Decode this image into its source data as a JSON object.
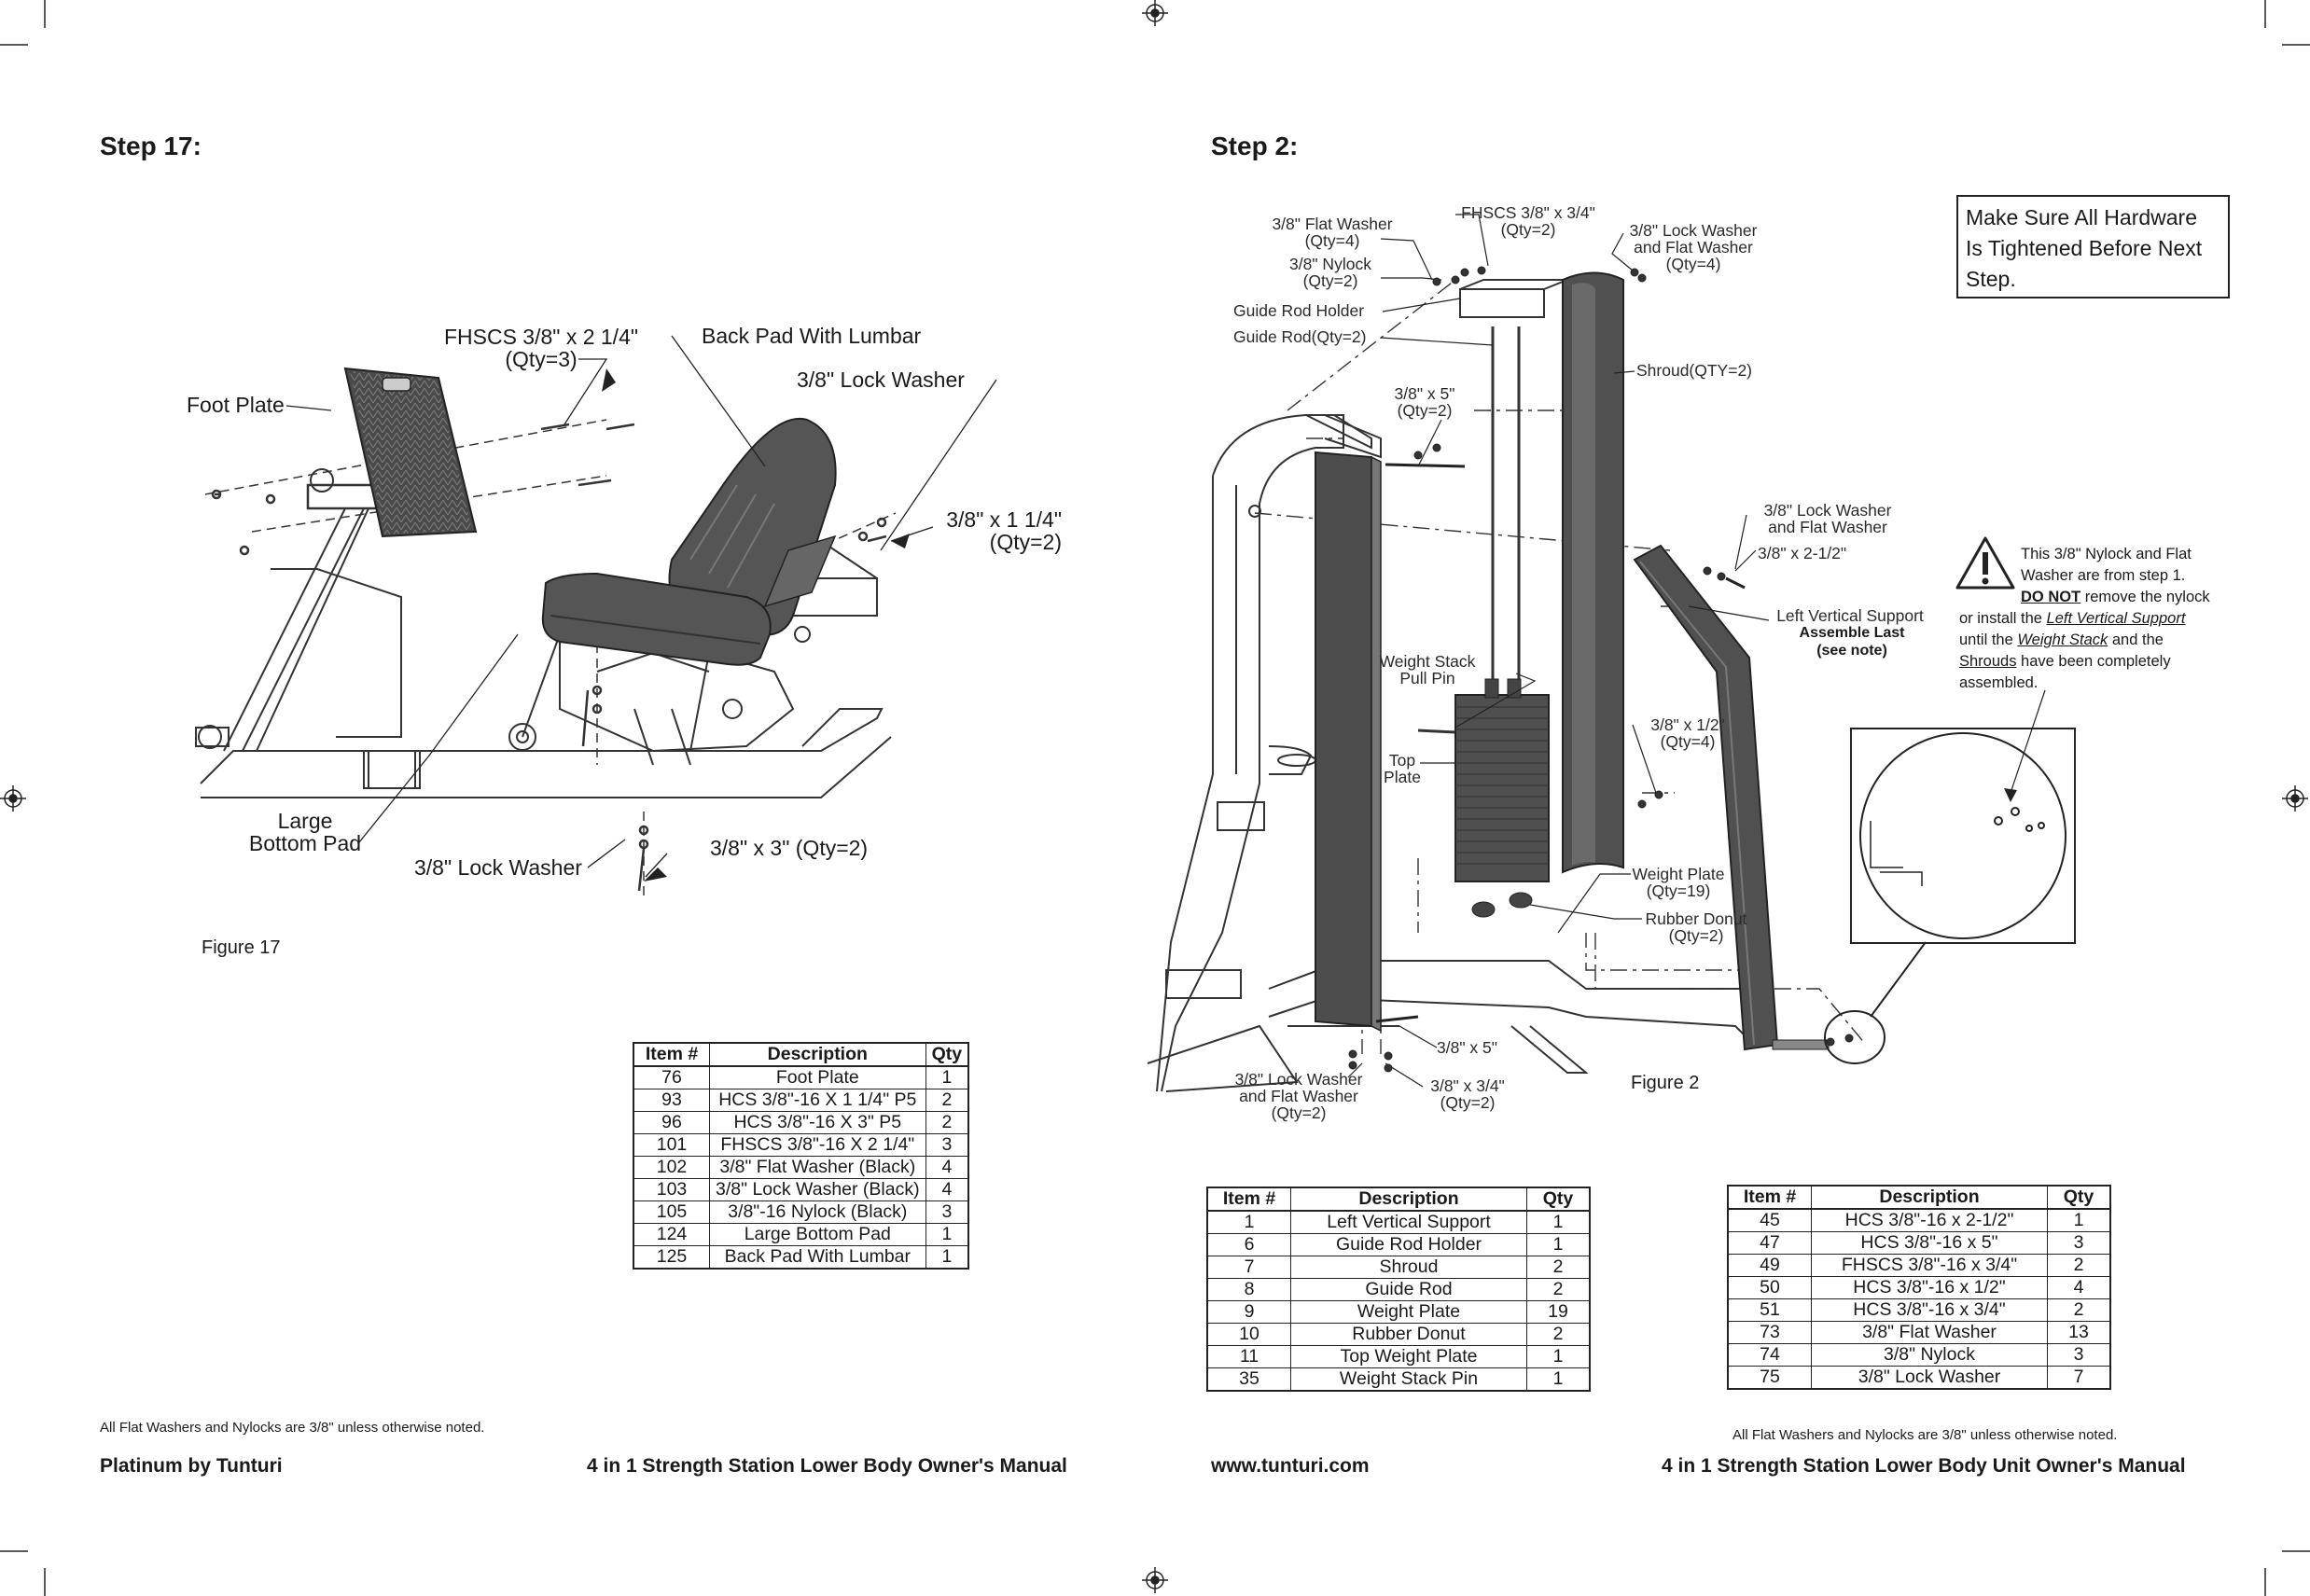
{
  "left": {
    "step_title": "Step 17:",
    "callouts": {
      "fhscs": [
        "FHSCS 3/8\" x 2 1/4\"",
        "(Qty=3)"
      ],
      "back_pad": "Back Pad With Lumbar",
      "lock_washer_top": "3/8\" Lock Washer",
      "foot_plate": "Foot Plate",
      "bolt_1_1_4": [
        "3/8\" x 1 1/4\"",
        "(Qty=2)"
      ],
      "large_bottom_pad": [
        "Large",
        "Bottom Pad"
      ],
      "lock_washer_bottom": "3/8\" Lock Washer",
      "bolt_3": "3/8\" x 3\" (Qty=2)"
    },
    "figure_label": "Figure 17",
    "table": {
      "headers": [
        "Item #",
        "Description",
        "Qty"
      ],
      "rows": [
        [
          "76",
          "Foot Plate",
          "1"
        ],
        [
          "93",
          "HCS 3/8\"-16 X 1 1/4\"  P5",
          "2"
        ],
        [
          "96",
          "HCS 3/8\"-16 X 3\"  P5",
          "2"
        ],
        [
          "101",
          "FHSCS 3/8\"-16 X 2 1/4\"",
          "3"
        ],
        [
          "102",
          "3/8\" Flat Washer (Black)",
          "4"
        ],
        [
          "103",
          "3/8\" Lock Washer (Black)",
          "4"
        ],
        [
          "105",
          "3/8\"-16  Nylock (Black)",
          "3"
        ],
        [
          "124",
          "Large Bottom Pad",
          "1"
        ],
        [
          "125",
          "Back Pad With Lumbar",
          "1"
        ]
      ]
    },
    "note": "All Flat Washers and Nylocks are 3/8\" unless otherwise noted.",
    "footer_brand": "Platinum by Tunturi",
    "footer_title": "4 in 1 Strength Station Lower Body Owner's Manual"
  },
  "right": {
    "step_title": "Step 2:",
    "reminder": [
      "Make Sure All Hardware",
      "Is Tightened Before Next",
      "Step."
    ],
    "callouts": {
      "fhscs_3_4": [
        "FHSCS 3/8\" x 3/4\"",
        "(Qty=2)"
      ],
      "flat_washer": [
        "3/8\" Flat Washer",
        "(Qty=4)"
      ],
      "nylock": [
        "3/8\" Nylock",
        "(Qty=2)"
      ],
      "lock_flat_top": [
        "3/8\" Lock Washer",
        "and Flat Washer",
        "(Qty=4)"
      ],
      "guide_rod_holder": "Guide Rod Holder",
      "guide_rod": "Guide Rod(Qty=2)",
      "shroud": "Shroud(QTY=2)",
      "bolt_5_top": [
        "3/8\" x 5\"",
        "(Qty=2)"
      ],
      "lock_flat_mid": [
        "3/8\" Lock Washer",
        "and Flat Washer"
      ],
      "bolt_2_1_2": "3/8\" x 2-1/2\"",
      "left_vertical": [
        "Left Vertical Support",
        "Assemble Last",
        "(see note)"
      ],
      "pull_pin": [
        "Weight Stack",
        "Pull Pin"
      ],
      "top_plate": [
        "Top",
        "Plate"
      ],
      "bolt_1_2": [
        "3/8\" x 1/2\"",
        "(Qty=4)"
      ],
      "weight_plate": [
        "Weight Plate",
        "(Qty=19)"
      ],
      "rubber_donut": [
        "Rubber Donut",
        "(Qty=2)"
      ],
      "bolt_5_bottom": "3/8\" x 5\"",
      "lock_flat_bottom": [
        "3/8\" Lock Washer",
        "and Flat Washer",
        "(Qty=2)"
      ],
      "bolt_3_4": [
        "3/8\" x 3/4\"",
        "(Qty=2)"
      ]
    },
    "warning": {
      "line1": "This 3/8\" Nylock and Flat",
      "line2": "Washer are from step 1.",
      "do_not": "DO NOT",
      "line3_rest": " remove the nylock",
      "line4_pre": "or install the ",
      "line4_link": "Left Vertical Support",
      "line5_pre": "until the ",
      "line5_link": "Weight Stack",
      "line5_post": " and the",
      "line6_link": "Shrouds",
      "line6_post": " have been completely",
      "line7": "assembled."
    },
    "figure_label": "Figure 2",
    "table1": {
      "headers": [
        "Item #",
        "Description",
        "Qty"
      ],
      "rows": [
        [
          "1",
          "Left Vertical Support",
          "1"
        ],
        [
          "6",
          "Guide Rod Holder",
          "1"
        ],
        [
          "7",
          "Shroud",
          "2"
        ],
        [
          "8",
          "Guide Rod",
          "2"
        ],
        [
          "9",
          "Weight Plate",
          "19"
        ],
        [
          "10",
          "Rubber Donut",
          "2"
        ],
        [
          "11",
          "Top Weight Plate",
          "1"
        ],
        [
          "35",
          "Weight Stack Pin",
          "1"
        ]
      ]
    },
    "table2": {
      "headers": [
        "Item #",
        "Description",
        "Qty"
      ],
      "rows": [
        [
          "45",
          "HCS 3/8\"-16 x 2-1/2\"",
          "1"
        ],
        [
          "47",
          "HCS 3/8\"-16 x 5\"",
          "3"
        ],
        [
          "49",
          "FHSCS 3/8\"-16 x 3/4\"",
          "2"
        ],
        [
          "50",
          "HCS 3/8\"-16 x 1/2\"",
          "4"
        ],
        [
          "51",
          "HCS 3/8\"-16 x 3/4\"",
          "2"
        ],
        [
          "73",
          "3/8\" Flat Washer",
          "13"
        ],
        [
          "74",
          "3/8\" Nylock",
          "3"
        ],
        [
          "75",
          "3/8\" Lock Washer",
          "7"
        ]
      ]
    },
    "note": "All Flat Washers and Nylocks are 3/8\" unless otherwise noted.",
    "footer_url": "www.tunturi.com",
    "footer_title": "4 in 1 Strength Station Lower Body Unit Owner's Manual"
  }
}
